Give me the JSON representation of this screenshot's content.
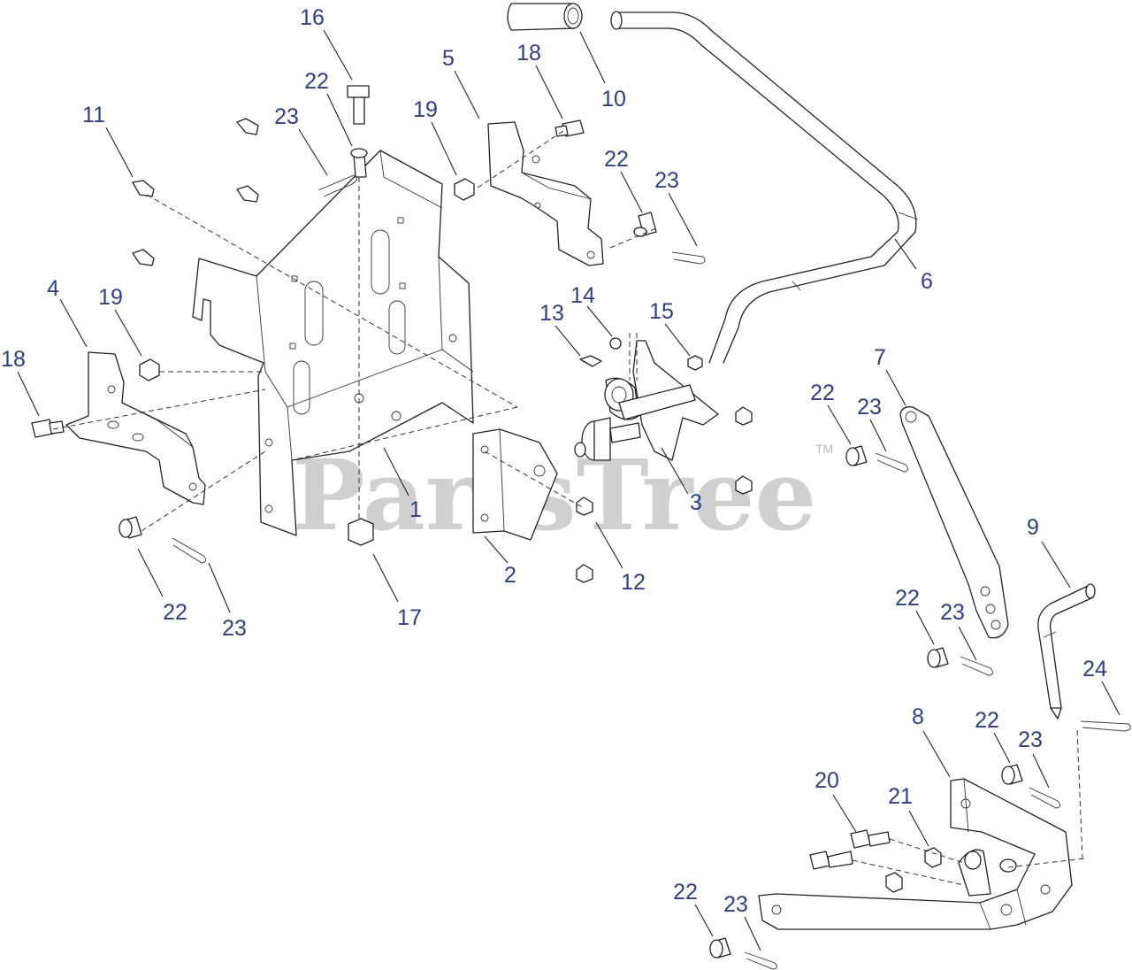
{
  "watermark": {
    "text": "PartsTree",
    "trademark": "TM"
  },
  "callouts": [
    {
      "id": "c16a",
      "label": "16"
    },
    {
      "id": "c22a",
      "label": "22"
    },
    {
      "id": "c23a",
      "label": "23"
    },
    {
      "id": "c11",
      "label": "11"
    },
    {
      "id": "c5",
      "label": "5"
    },
    {
      "id": "c18a",
      "label": "18"
    },
    {
      "id": "c19a",
      "label": "19"
    },
    {
      "id": "c10",
      "label": "10"
    },
    {
      "id": "c22b",
      "label": "22"
    },
    {
      "id": "c23b",
      "label": "23"
    },
    {
      "id": "c6",
      "label": "6"
    },
    {
      "id": "c4",
      "label": "4"
    },
    {
      "id": "c19b",
      "label": "19"
    },
    {
      "id": "c18b",
      "label": "18"
    },
    {
      "id": "c13",
      "label": "13"
    },
    {
      "id": "c14",
      "label": "14"
    },
    {
      "id": "c15",
      "label": "15"
    },
    {
      "id": "c7",
      "label": "7"
    },
    {
      "id": "c22c",
      "label": "22"
    },
    {
      "id": "c23c",
      "label": "23"
    },
    {
      "id": "c1",
      "label": "1"
    },
    {
      "id": "c3",
      "label": "3"
    },
    {
      "id": "c2",
      "label": "2"
    },
    {
      "id": "c12",
      "label": "12"
    },
    {
      "id": "c17",
      "label": "17"
    },
    {
      "id": "c22d",
      "label": "22"
    },
    {
      "id": "c23d",
      "label": "23"
    },
    {
      "id": "c9",
      "label": "9"
    },
    {
      "id": "c22e",
      "label": "22"
    },
    {
      "id": "c23e",
      "label": "23"
    },
    {
      "id": "c24",
      "label": "24"
    },
    {
      "id": "c8",
      "label": "8"
    },
    {
      "id": "c22f",
      "label": "22"
    },
    {
      "id": "c23f",
      "label": "23"
    },
    {
      "id": "c20",
      "label": "20"
    },
    {
      "id": "c21",
      "label": "21"
    },
    {
      "id": "c22g",
      "label": "22"
    },
    {
      "id": "c23g",
      "label": "23"
    }
  ]
}
